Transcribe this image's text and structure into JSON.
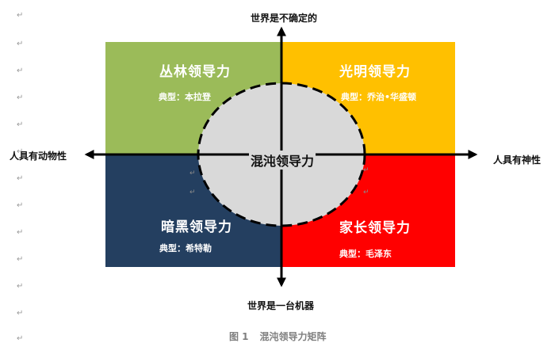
{
  "diagram": {
    "axis_top": "世界是不确定的",
    "axis_bottom": "世界是一台机器",
    "axis_left": "人具有动物性",
    "axis_right": "人具有神性",
    "center": "混沌领导力",
    "quadrants": {
      "top_left": {
        "title": "丛林领导力",
        "example": "典型：本拉登",
        "color": "#9bbb59"
      },
      "top_right": {
        "title": "光明领导力",
        "example": "典型：乔治•华盛顿",
        "color": "#ffc000"
      },
      "bottom_left": {
        "title": "暗黑领导力",
        "example": "典型：希特勒",
        "color": "#243f60"
      },
      "bottom_right": {
        "title": "家长领导力",
        "example": "典型：毛泽东",
        "color": "#ff0000"
      }
    },
    "circle_color": "#d9d9d9"
  },
  "caption": {
    "figure_no": "图 1",
    "title": "混沌领导力矩阵"
  },
  "paragraph_mark": "↵"
}
